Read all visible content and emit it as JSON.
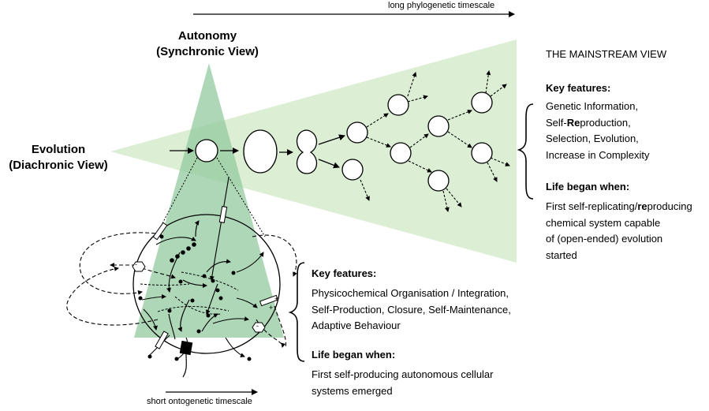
{
  "timescales": {
    "long": "long phylogenetic timescale",
    "short": "short ontogenetic timescale"
  },
  "autonomy": {
    "line1": "Autonomy",
    "line2": "(Synchronic View)"
  },
  "evolution": {
    "line1": "Evolution",
    "line2": "(Diachronic View)"
  },
  "mainstream": {
    "title": "THE MAINSTREAM VIEW",
    "key_features_heading": "Key features:",
    "features": [
      {
        "pre": "Genetic Information,",
        "strong": "",
        "post": ""
      },
      {
        "pre": "Self-",
        "strong": "Re",
        "post": "production,"
      },
      {
        "pre": "Selection, Evolution,",
        "strong": "",
        "post": ""
      },
      {
        "pre": "Increase in Complexity",
        "strong": "",
        "post": ""
      }
    ],
    "life_began_heading": "Life began when:",
    "life_began": [
      {
        "pre": "First self-replicating/",
        "strong": "re",
        "post": "producing"
      },
      {
        "pre": "chemical system capable",
        "strong": "",
        "post": ""
      },
      {
        "pre": "of (open-ended) evolution",
        "strong": "",
        "post": ""
      },
      {
        "pre": "started",
        "strong": "",
        "post": ""
      }
    ]
  },
  "autonomy_view": {
    "key_features_heading": "Key features:",
    "features": [
      "Physicochemical Organisation / Integration,",
      "Self-Production, Closure, Self-Maintenance,",
      "Adaptive Behaviour"
    ],
    "life_began_heading": "Life began when:",
    "life_began": [
      "First self-producing autonomous cellular",
      "systems emerged"
    ]
  },
  "colors": {
    "cone_fill": "#cfe8c4",
    "cone_fill_2": "#8fc79f",
    "ink": "#000000"
  },
  "membrane_signs": [
    "-",
    "+",
    "+",
    "-"
  ]
}
